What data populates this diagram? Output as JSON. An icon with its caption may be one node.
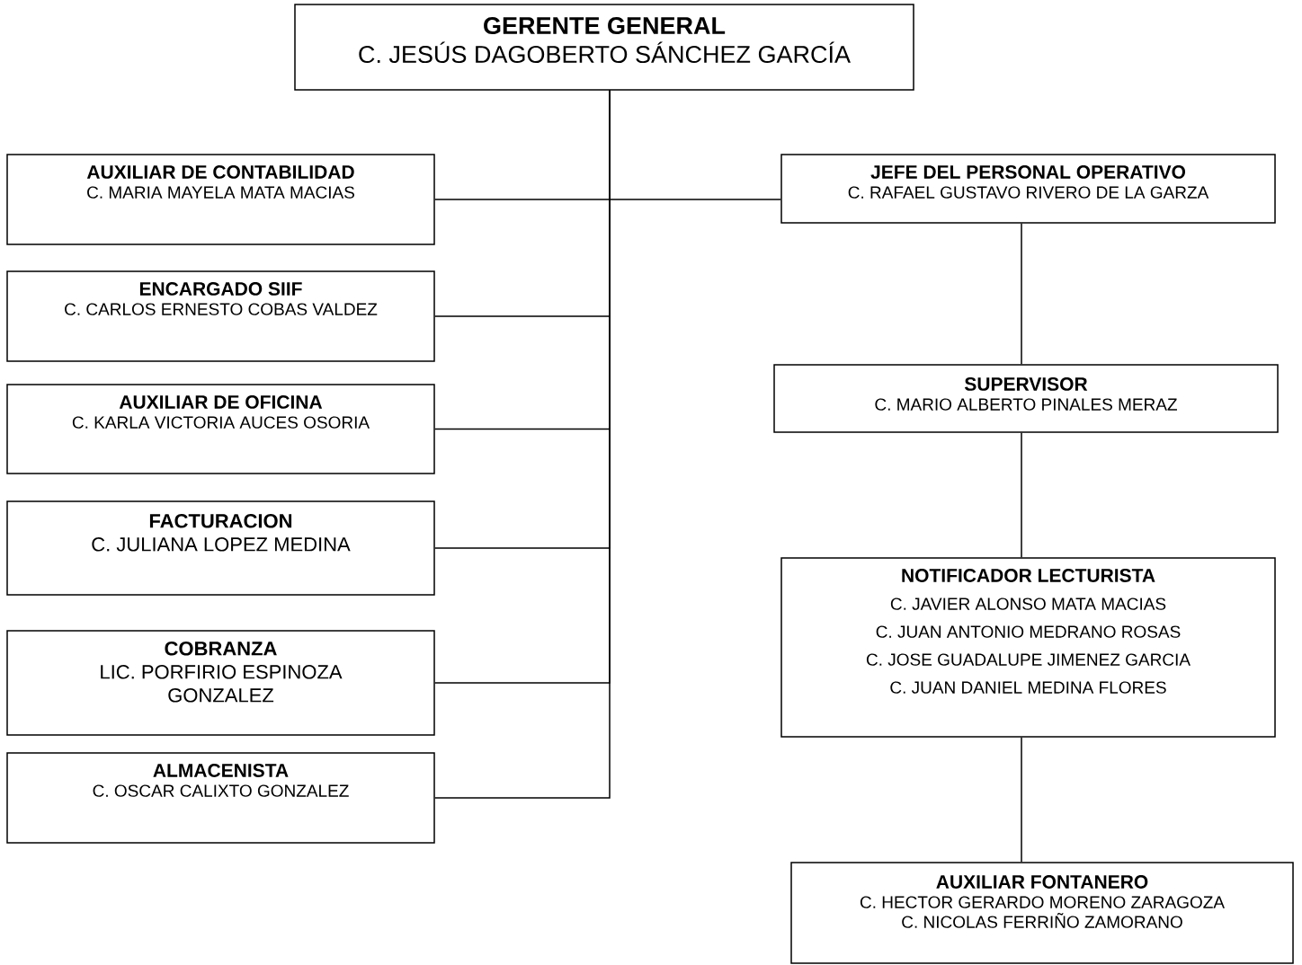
{
  "diagram": {
    "nodes": [
      {
        "text": [
          "GERENTE GENERAL",
          "C. JESÚS DAGOBERTO SÁNCHEZ GARCÍA"
        ]
      },
      {
        "text": [
          "AUXILIAR DE CONTABILIDAD",
          "C. MARIA MAYELA MATA MACIAS"
        ]
      },
      {
        "text": [
          "ENCARGADO SIIF",
          "C. CARLOS ERNESTO COBAS VALDEZ"
        ]
      },
      {
        "text": [
          "AUXILIAR DE OFICINA",
          "C. KARLA VICTORIA AUCES OSORIA"
        ]
      },
      {
        "text": [
          "FACTURACION",
          "C. JULIANA LOPEZ MEDINA"
        ]
      },
      {
        "text": [
          "COBRANZA",
          "LIC. PORFIRIO ESPINOZA GONZALEZ"
        ]
      },
      {
        "text": [
          "ALMACENISTA",
          "C. OSCAR CALIXTO GONZALEZ"
        ]
      },
      {
        "text": [
          "JEFE DEL PERSONAL OPERATIVO",
          "C. RAFAEL GUSTAVO RIVERO DE LA GARZA"
        ]
      },
      {
        "text": [
          "SUPERVISOR",
          "C. MARIO ALBERTO PINALES MERAZ"
        ]
      },
      {
        "text": [
          "NOTIFICADOR LECTURISTA",
          "C. JAVIER ALONSO MATA MACIAS",
          "C. JUAN ANTONIO MEDRANO ROSAS",
          "C. JOSE GUADALUPE JIMENEZ GARCIA",
          "C. JUAN DANIEL MEDINA FLORES"
        ]
      },
      {
        "text": [
          "AUXILIAR FONTANERO",
          "C. HECTOR GERARDO MORENO ZARAGOZA",
          "C. NICOLAS FERRIÑO ZAMORANO"
        ]
      }
    ],
    "edges": [
      {
        "from": 0,
        "to": 1,
        "arrow": "none"
      },
      {
        "from": 0,
        "to": 2,
        "arrow": "none"
      },
      {
        "from": 0,
        "to": 3,
        "arrow": "none"
      },
      {
        "from": 0,
        "to": 4,
        "arrow": "none"
      },
      {
        "from": 0,
        "to": 5,
        "arrow": "none"
      },
      {
        "from": 0,
        "to": 6,
        "arrow": "none"
      },
      {
        "from": 0,
        "to": 7,
        "arrow": "none"
      },
      {
        "from": 7,
        "to": 8,
        "arrow": "none"
      },
      {
        "from": 8,
        "to": 9,
        "arrow": "none"
      },
      {
        "from": 9,
        "to": 10,
        "arrow": "none"
      }
    ]
  }
}
